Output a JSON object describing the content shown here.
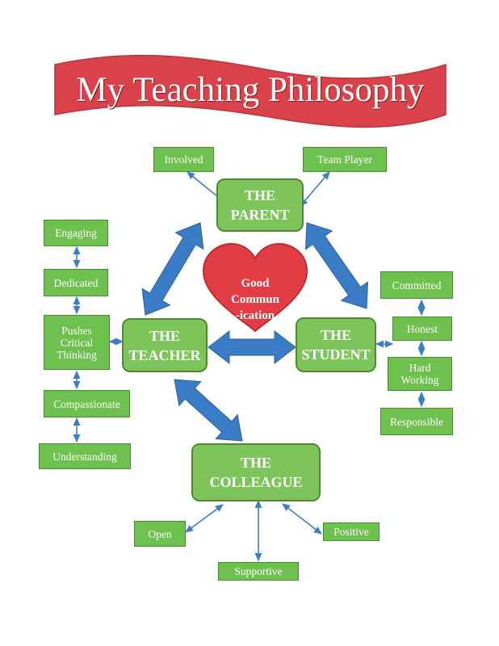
{
  "title": "My Teaching Philosophy",
  "center": {
    "line1": "Good",
    "line2": "Commun",
    "line3": "-ication"
  },
  "main": {
    "parent": {
      "line1": "THE",
      "line2": "PARENT"
    },
    "teacher": {
      "line1": "THE",
      "line2": "TEACHER"
    },
    "student": {
      "line1": "THE",
      "line2": "STUDENT"
    },
    "colleague": {
      "line1": "THE",
      "line2": "COLLEAGUE"
    }
  },
  "parent_traits": [
    "Involved",
    "Team Player"
  ],
  "teacher_traits": [
    "Engaging",
    "Dedicated",
    "Pushes Critical Thinking",
    "Compassionate",
    "Understanding"
  ],
  "student_traits": [
    "Committed",
    "Honest",
    "Hard Working",
    "Responsible"
  ],
  "colleague_traits": [
    "Open",
    "Supportive",
    "Positive"
  ],
  "colors": {
    "banner": "#d9424a",
    "heart": "#e23d44",
    "box_green": "#6ec04f",
    "arrow_blue": "#3a7cc6",
    "connector_blue": "#3d7fc4"
  }
}
